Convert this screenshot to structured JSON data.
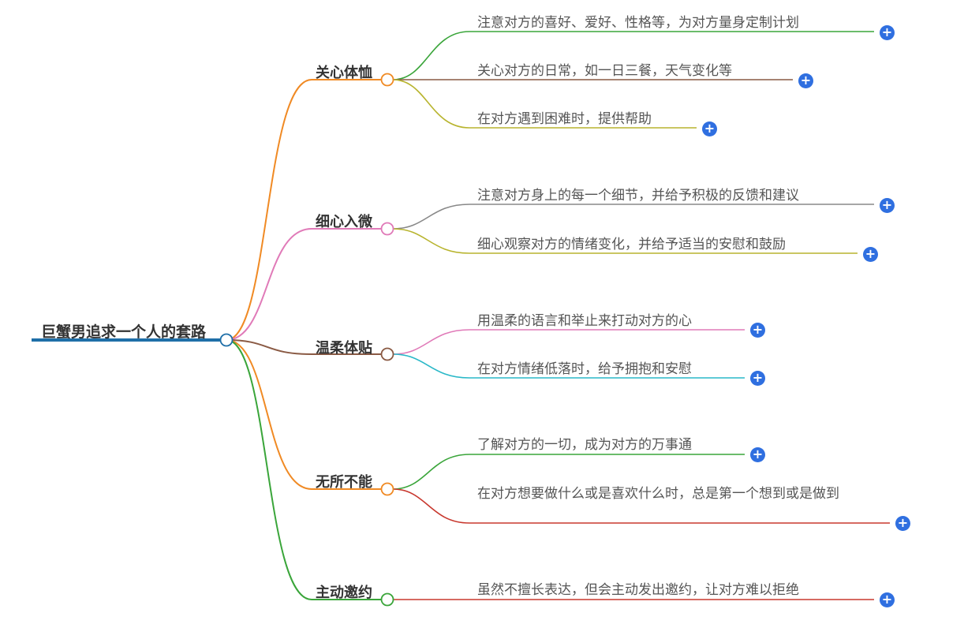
{
  "root": {
    "label": "巨蟹男追求一个人的套路",
    "color": "#1f6fa8"
  },
  "branches": [
    {
      "label": "关心体恤",
      "color": "#f08a24",
      "leaves": [
        {
          "label": "注意对方的喜好、爱好、性格等，为对方量身定制计划",
          "color": "#3aa53a"
        },
        {
          "label": "关心对方的日常，如一日三餐，天气变化等",
          "color": "#8a5a44"
        },
        {
          "label": "在对方遇到困难时，提供帮助",
          "color": "#b8b42e"
        }
      ]
    },
    {
      "label": "细心入微",
      "color": "#e07ab8",
      "leaves": [
        {
          "label": "注意对方身上的每一个细节，并给予积极的反馈和建议",
          "color": "#888888"
        },
        {
          "label": "细心观察对方的情绪变化，并给予适当的安慰和鼓励",
          "color": "#b8b42e"
        }
      ]
    },
    {
      "label": "温柔体贴",
      "color": "#8a5a44",
      "leaves": [
        {
          "label": "用温柔的语言和举止来打动对方的心",
          "color": "#e07ab8"
        },
        {
          "label": "在对方情绪低落时，给予拥抱和安慰",
          "color": "#2ab8c8"
        }
      ]
    },
    {
      "label": "无所不能",
      "color": "#f08a24",
      "leaves": [
        {
          "label": "了解对方的一切，成为对方的万事通",
          "color": "#3aa53a"
        },
        {
          "label": "在对方想要做什么或是喜欢什么时，总是第一个想到或是做到",
          "color": "#c8382e"
        }
      ]
    },
    {
      "label": "主动邀约",
      "color": "#3aa53a",
      "leaves": [
        {
          "label": "虽然不擅长表达，但会主动发出邀约，让对方难以拒绝",
          "color": "#c8382e"
        }
      ]
    }
  ],
  "expand_icon": "plus-circle-icon"
}
